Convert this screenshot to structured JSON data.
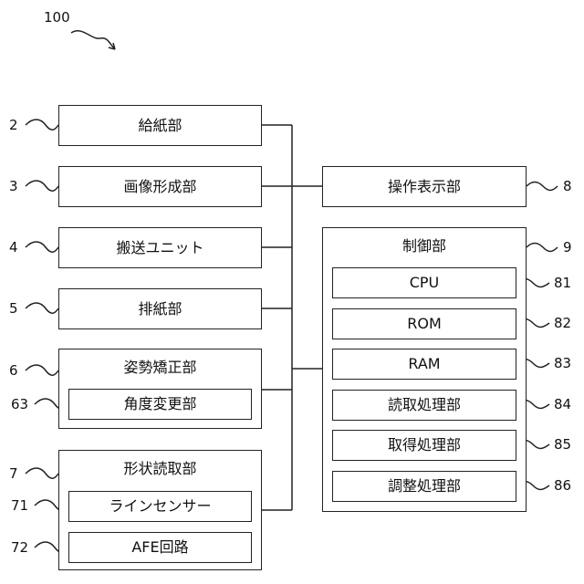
{
  "figure_number": "100",
  "blocks": {
    "feeder": {
      "label": "給紙部",
      "ref": "2"
    },
    "image_forming": {
      "label": "画像形成部",
      "ref": "3"
    },
    "conveyance": {
      "label": "搬送ユニット",
      "ref": "4"
    },
    "ejection": {
      "label": "排紙部",
      "ref": "5"
    },
    "posture": {
      "label": "姿勢矯正部",
      "ref": "6",
      "child": {
        "label": "角度変更部",
        "ref": "63"
      }
    },
    "shape_reader": {
      "label": "形状読取部",
      "ref": "7",
      "children": [
        {
          "label": "ラインセンサー",
          "ref": "71"
        },
        {
          "label": "AFE回路",
          "ref": "72"
        }
      ]
    },
    "operation_display": {
      "label": "操作表示部",
      "ref": "8"
    },
    "controller": {
      "label": "制御部",
      "ref": "9",
      "children": [
        {
          "label": "CPU",
          "ref": "81"
        },
        {
          "label": "ROM",
          "ref": "82"
        },
        {
          "label": "RAM",
          "ref": "83"
        },
        {
          "label": "読取処理部",
          "ref": "84"
        },
        {
          "label": "取得処理部",
          "ref": "85"
        },
        {
          "label": "調整処理部",
          "ref": "86"
        }
      ]
    }
  }
}
